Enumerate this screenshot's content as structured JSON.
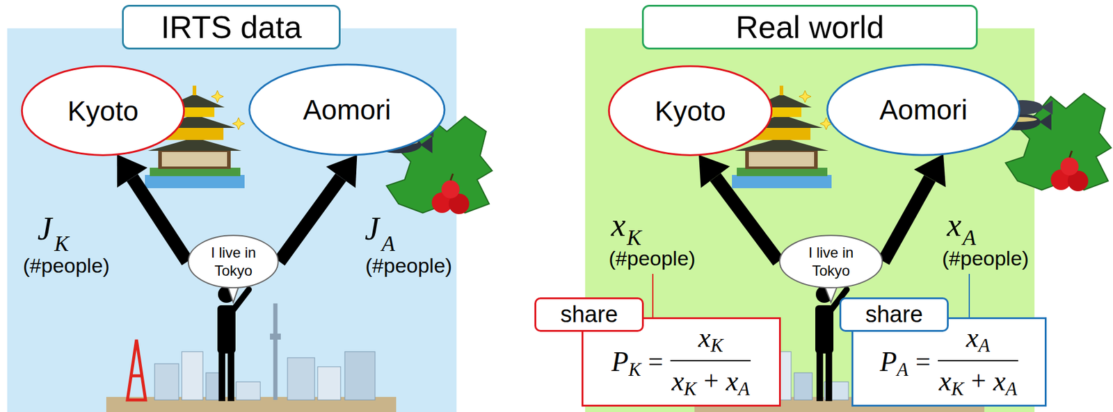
{
  "diagram": {
    "nodes": [
      {
        "text": [
          "IRTS data"
        ]
      },
      {
        "text": [
          "Kyoto"
        ]
      },
      {
        "text": [
          "Aomori"
        ]
      },
      {
        "text": [
          "I live in Tokyo"
        ]
      },
      {
        "text": [
          "Real world"
        ]
      },
      {
        "text": [
          "Kyoto"
        ]
      },
      {
        "text": [
          "Aomori"
        ]
      },
      {
        "text": [
          "I live in Tokyo"
        ]
      },
      {
        "text": [
          "share"
        ]
      },
      {
        "text": [
          "P",
          "K",
          "=",
          "x",
          "K",
          "x",
          "K",
          "+",
          "x",
          "A"
        ]
      },
      {
        "text": [
          "share"
        ]
      },
      {
        "text": [
          "P",
          "A",
          "=",
          "x",
          "A",
          "x",
          "K",
          "+",
          "x",
          "A"
        ]
      }
    ],
    "edges": [
      {
        "from": 3,
        "to": 1,
        "arrow": "to"
      },
      {
        "from": 3,
        "to": 2,
        "arrow": "to"
      },
      {
        "from": 7,
        "to": 5,
        "arrow": "to"
      },
      {
        "from": 7,
        "to": 6,
        "arrow": "to"
      }
    ],
    "labels": [
      "J",
      "K",
      "(#people)",
      "J",
      "A",
      "(#people)",
      "x",
      "K",
      "(#people)",
      "x",
      "A",
      "(#people)"
    ]
  }
}
